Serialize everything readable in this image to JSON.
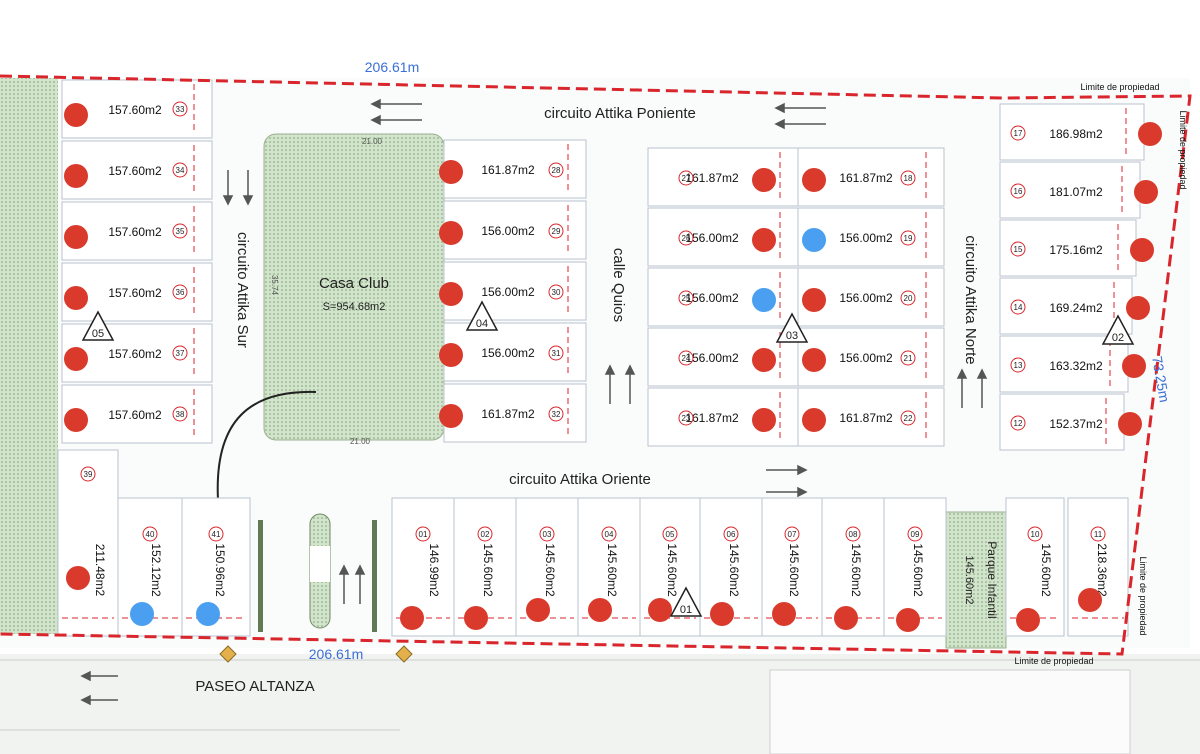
{
  "map": {
    "dimensions": {
      "top": "206.61m",
      "bottom": "206.61m",
      "right": "73.25m"
    },
    "property_limit_label": "Limite de propiedad",
    "streets": {
      "poniente": "circuito Attika Poniente",
      "oriente": "circuito Attika Oriente",
      "sur": "circuito Attika Sur",
      "norte": "circuito Attika Norte",
      "quios": "calle Quios",
      "paseo": "PASEO ALTANZA"
    },
    "amenities": {
      "casa_club": "Casa Club",
      "casa_club_area": "S=954.68m2",
      "parque": "Parque Infantil",
      "parque_area": "145.60m2"
    },
    "block_labels": [
      "05",
      "04",
      "03",
      "02",
      "01"
    ],
    "colors": {
      "available": "#d93a2b",
      "sold": "#4a9ff0",
      "boundary": "#d9262c",
      "green": "#c6ddbf"
    },
    "lots": {
      "b5": [
        {
          "num": "33",
          "area": "157.60m2",
          "status": "available"
        },
        {
          "num": "34",
          "area": "157.60m2",
          "status": "available"
        },
        {
          "num": "35",
          "area": "157.60m2",
          "status": "available"
        },
        {
          "num": "36",
          "area": "157.60m2",
          "status": "available"
        },
        {
          "num": "37",
          "area": "157.60m2",
          "status": "available"
        },
        {
          "num": "38",
          "area": "157.60m2",
          "status": "available"
        }
      ],
      "b4": [
        {
          "num": "28",
          "area": "161.87m2",
          "status": "available"
        },
        {
          "num": "29",
          "area": "156.00m2",
          "status": "available"
        },
        {
          "num": "30",
          "area": "156.00m2",
          "status": "available"
        },
        {
          "num": "31",
          "area": "156.00m2",
          "status": "available"
        },
        {
          "num": "32",
          "area": "161.87m2",
          "status": "available"
        }
      ],
      "b3l": [
        {
          "num": "27",
          "area": "161.87m2",
          "status": "available"
        },
        {
          "num": "26",
          "area": "156.00m2",
          "status": "available"
        },
        {
          "num": "25",
          "area": "156.00m2",
          "status": "sold"
        },
        {
          "num": "24",
          "area": "156.00m2",
          "status": "available"
        },
        {
          "num": "23",
          "area": "161.87m2",
          "status": "available"
        }
      ],
      "b3r": [
        {
          "num": "18",
          "area": "161.87m2",
          "status": "available"
        },
        {
          "num": "19",
          "area": "156.00m2",
          "status": "sold"
        },
        {
          "num": "20",
          "area": "156.00m2",
          "status": "available"
        },
        {
          "num": "21",
          "area": "156.00m2",
          "status": "available"
        },
        {
          "num": "22",
          "area": "161.87m2",
          "status": "available"
        }
      ],
      "b2": [
        {
          "num": "17",
          "area": "186.98m2",
          "status": "available"
        },
        {
          "num": "16",
          "area": "181.07m2",
          "status": "available"
        },
        {
          "num": "15",
          "area": "175.16m2",
          "status": "available"
        },
        {
          "num": "14",
          "area": "169.24m2",
          "status": "available"
        },
        {
          "num": "13",
          "area": "163.32m2",
          "status": "available"
        },
        {
          "num": "12",
          "area": "152.37m2",
          "status": "available"
        }
      ],
      "bottom": [
        {
          "num": "39",
          "area": "211.48m2",
          "status": "available"
        },
        {
          "num": "40",
          "area": "152.12m2",
          "status": "sold"
        },
        {
          "num": "41",
          "area": "150.96m2",
          "status": "sold"
        },
        {
          "num": "01",
          "area": "146.99m2",
          "status": "available"
        },
        {
          "num": "02",
          "area": "145.60m2",
          "status": "available"
        },
        {
          "num": "03",
          "area": "145.60m2",
          "status": "available"
        },
        {
          "num": "04",
          "area": "145.60m2",
          "status": "available"
        },
        {
          "num": "05",
          "area": "145.60m2",
          "status": "available"
        },
        {
          "num": "06",
          "area": "145.60m2",
          "status": "available"
        },
        {
          "num": "07",
          "area": "145.60m2",
          "status": "available"
        },
        {
          "num": "08",
          "area": "145.60m2",
          "status": "available"
        },
        {
          "num": "09",
          "area": "145.60m2",
          "status": "available"
        },
        {
          "num": "10",
          "area": "145.60m2",
          "status": "available"
        },
        {
          "num": "11",
          "area": "218.36m2",
          "status": "available"
        }
      ]
    }
  }
}
